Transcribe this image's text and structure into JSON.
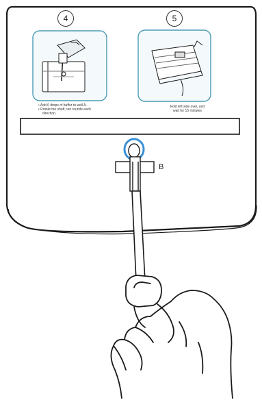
{
  "steps": [
    {
      "number": "4",
      "caption_lines": [
        "• Add 6 drops of buffer to well A.",
        "• Rotate the shaft, ten rounds each",
        "  direction."
      ],
      "icon": "swab-in-test-card-icon"
    },
    {
      "number": "5",
      "caption_lines": [
        "Fold left side over, and",
        "wait for 15 minutes"
      ],
      "icon": "closed-test-card-timer-icon"
    }
  ],
  "callout_label": "B",
  "colors": {
    "panel_border": "#4a9bb5",
    "line": "#1a1a1a",
    "card_fill": "#ffffff",
    "panel_fill": "#f4f9fb"
  }
}
